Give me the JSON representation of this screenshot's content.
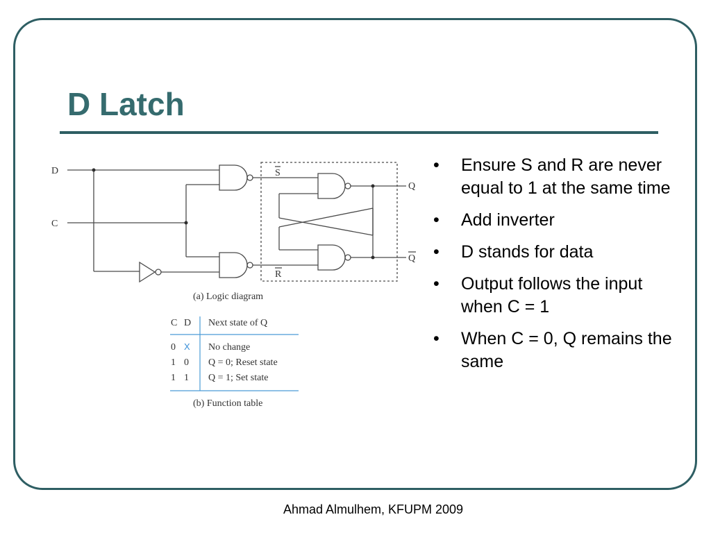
{
  "slide": {
    "title": "D Latch",
    "footer": "Ahmad Almulhem, KFUPM 2009",
    "bullets": [
      "Ensure S and R are never equal to 1 at the same time",
      "Add inverter",
      "D stands for data",
      "Output follows the input when C = 1",
      "When C = 0, Q remains the same"
    ],
    "bullet_marker": "•"
  },
  "diagram": {
    "labels": {
      "d": "D",
      "c": "C",
      "s_bar": "S",
      "r_bar": "R",
      "q": "Q",
      "q_bar": "Q"
    },
    "caption_a": "(a) Logic diagram",
    "caption_b": "(b) Function table"
  },
  "function_table": {
    "headers": [
      "C",
      "D",
      "Next state of Q"
    ],
    "rows": [
      [
        "0",
        "X",
        "No change"
      ],
      [
        "1",
        "0",
        "Q = 0; Reset state"
      ],
      [
        "1",
        "1",
        "Q = 1; Set state"
      ]
    ],
    "accent_color": "#4a9bd6",
    "dont_care_color": "#3a8fd8"
  },
  "colors": {
    "frame": "#2e5e63",
    "title": "#356b6e"
  }
}
